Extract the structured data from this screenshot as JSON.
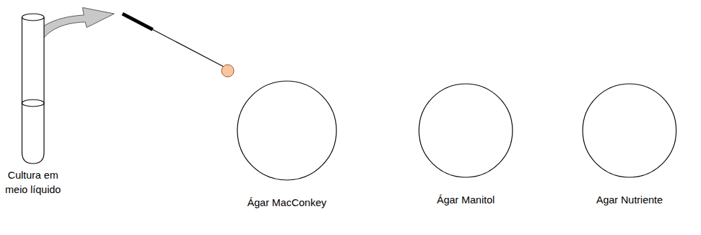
{
  "diagram": {
    "nodes": [
      {
        "text": [
          "Cultura em meio líquido"
        ]
      },
      {
        "text": [
          "Ágar MacConkey"
        ]
      },
      {
        "text": [
          "Ágar Manitol"
        ]
      },
      {
        "text": [
          "Agar Nutriente"
        ]
      }
    ]
  }
}
